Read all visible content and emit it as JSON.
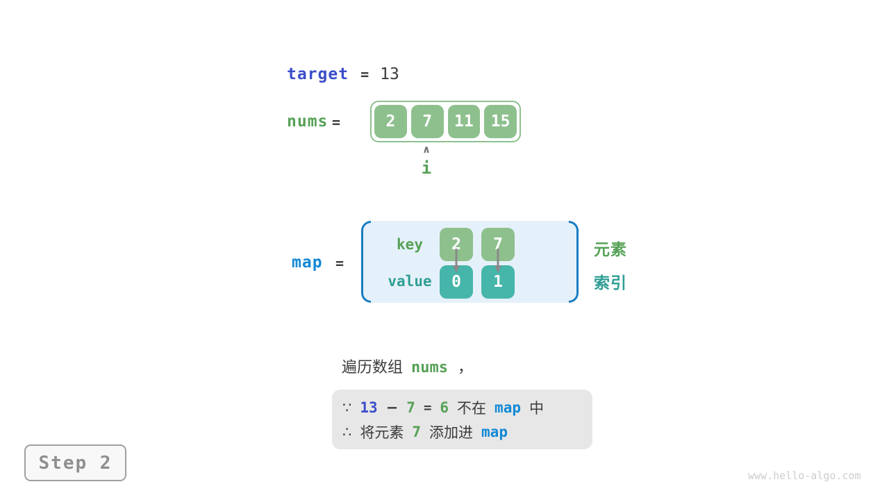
{
  "colors": {
    "royal_blue": "#3b4ec9",
    "cyan_blue": "#1289d5",
    "green_text": "#57a157",
    "green_cell": "#8ec08e",
    "teal_cell": "#46b5aa",
    "teal_text": "#2f9e94",
    "bracket_blue": "#1a7cc2",
    "map_bg": "#e5f1fa",
    "note_bg": "#e7e7e7",
    "dark_text": "#3b3b3b",
    "arrow_gray": "#8a8a8a"
  },
  "target_line": {
    "label": "target",
    "equals": "=",
    "value": "13"
  },
  "nums": {
    "label": "nums",
    "equals": "=",
    "cells": [
      "2",
      "7",
      "11",
      "15"
    ],
    "pointer": {
      "arrow": "∧",
      "label": "i"
    }
  },
  "map": {
    "label": "map",
    "equals": "=",
    "key_label": "key",
    "value_label": "value",
    "entries": [
      {
        "key": "2",
        "value": "0"
      },
      {
        "key": "7",
        "value": "1"
      }
    ],
    "side_labels": {
      "top": "元素",
      "bottom": "索引"
    }
  },
  "caption": {
    "prefix": "遍历数组",
    "code": "nums",
    "suffix": "，"
  },
  "note": {
    "line1": {
      "because": "∵",
      "minuend": "13",
      "minus": "−",
      "subtrahend": "7",
      "equals": "=",
      "difference": "6",
      "text_mid": "不在",
      "map_token": "map",
      "text_end": "中"
    },
    "line2": {
      "therefore": "∴",
      "text_start": "将元素",
      "num": "7",
      "text_mid": "添加进",
      "map_token": "map"
    }
  },
  "step_badge": {
    "label": "Step 2"
  },
  "watermark": "www.hello-algo.com"
}
